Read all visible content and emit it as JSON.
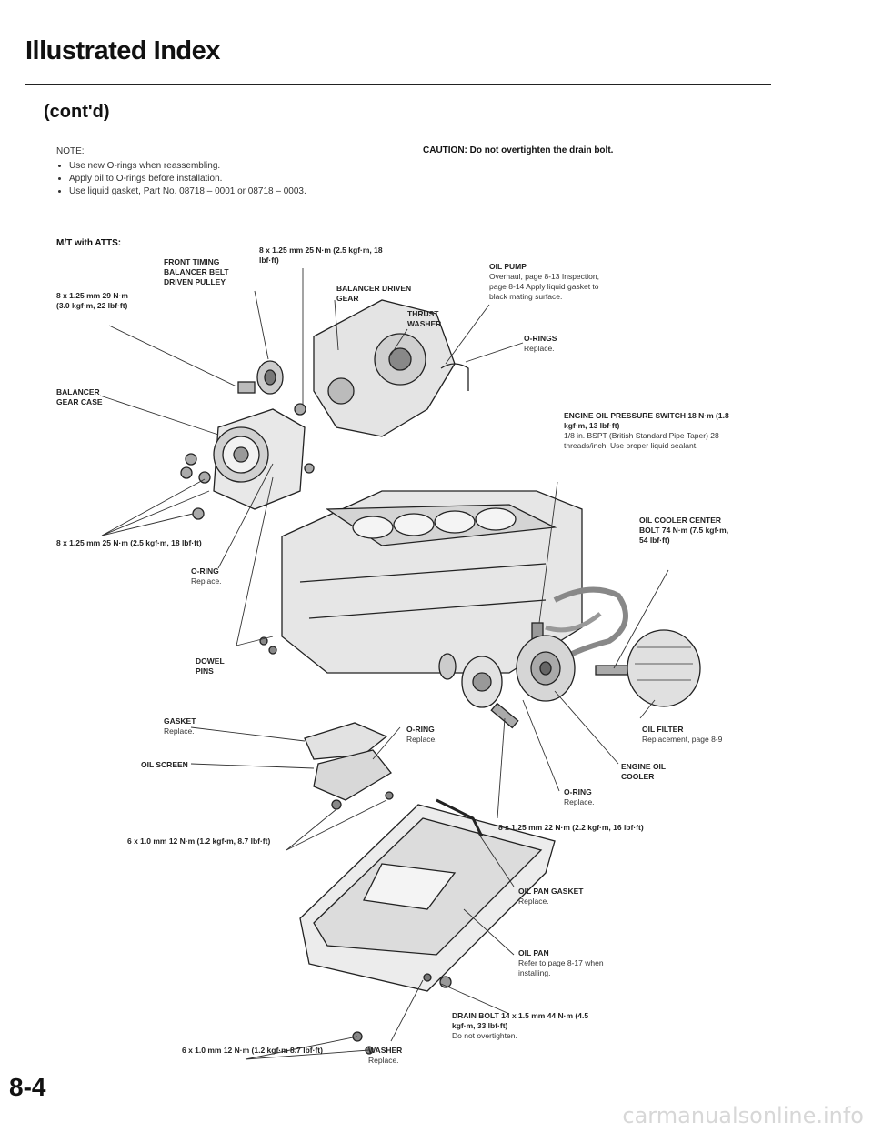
{
  "header": {
    "title": "Illustrated Index",
    "subtitle": "(cont'd)"
  },
  "note": {
    "heading": "NOTE:",
    "items": [
      "Use new O-rings when reassembling.",
      "Apply oil to O-rings before installation.",
      "Use liquid gasket, Part No. 08718 – 0001 or 08718 – 0003."
    ]
  },
  "caution": "CAUTION: Do not overtighten the drain bolt.",
  "section_label": "M/T with ATTS:",
  "labels": {
    "front_timing": {
      "title": "FRONT TIMING BALANCER BELT DRIVEN PULLEY"
    },
    "bolt_top": {
      "title": "8 x 1.25 mm 25 N·m (2.5 kgf·m, 18 lbf·ft)"
    },
    "balancer_driven": {
      "title": "BALANCER DRIVEN GEAR"
    },
    "thrust_washer": {
      "title": "THRUST WASHER"
    },
    "oil_pump": {
      "title": "OIL PUMP",
      "text": "Overhaul, page 8-13 Inspection, page 8-14 Apply liquid gasket to black mating surface."
    },
    "bolt_left_top": {
      "title": "8 x 1.25 mm 29 N·m (3.0 kgf·m, 22 lbf·ft)"
    },
    "orings": {
      "title": "O-RINGS",
      "text": "Replace."
    },
    "balancer_case": {
      "title": "BALANCER GEAR CASE"
    },
    "pressure_switch": {
      "title": "ENGINE OIL PRESSURE SWITCH 18 N·m (1.8 kgf·m, 13 lbf·ft)",
      "text": "1/8 in. BSPT (British Standard Pipe Taper) 28 threads/inch. Use proper liquid sealant."
    },
    "oil_cooler_bolt": {
      "title": "OIL COOLER CENTER BOLT 74 N·m (7.5 kgf·m, 54 lbf·ft)"
    },
    "bolt_left_mid": {
      "title": "8 x 1.25 mm 25 N·m (2.5 kgf·m, 18 lbf·ft)"
    },
    "oring_mid": {
      "title": "O-RING",
      "text": "Replace."
    },
    "dowel_pins": {
      "title": "DOWEL PINS"
    },
    "gasket": {
      "title": "GASKET",
      "text": "Replace."
    },
    "oring_screen": {
      "title": "O-RING",
      "text": "Replace."
    },
    "oil_filter": {
      "title": "OIL FILTER",
      "text": "Replacement, page 8-9"
    },
    "oil_screen": {
      "title": "OIL SCREEN"
    },
    "engine_oil_cooler": {
      "title": "ENGINE OIL COOLER"
    },
    "oring_cooler": {
      "title": "O-RING",
      "text": "Replace."
    },
    "bolt_6mm_top": {
      "title": "6 x 1.0 mm 12 N·m (1.2 kgf·m, 8.7 lbf·ft)"
    },
    "bolt_cooler": {
      "title": "8 x 1.25 mm 22 N·m (2.2 kgf·m, 16 lbf·ft)"
    },
    "oil_pan_gasket": {
      "title": "OIL PAN GASKET",
      "text": "Replace."
    },
    "oil_pan": {
      "title": "OIL PAN",
      "text": "Refer to page 8-17 when installing."
    },
    "drain_bolt": {
      "title": "DRAIN BOLT 14 x 1.5 mm 44 N·m (4.5 kgf·m, 33 lbf·ft)",
      "text": "Do not overtighten."
    },
    "bolt_6mm_bottom": {
      "title": "6 x 1.0 mm 12 N·m (1.2 kgf·m 8.7 lbf·ft)"
    },
    "washer": {
      "title": "WASHER",
      "text": "Replace."
    }
  },
  "page_number": "8-4",
  "watermark": "carmanualsonline.info"
}
